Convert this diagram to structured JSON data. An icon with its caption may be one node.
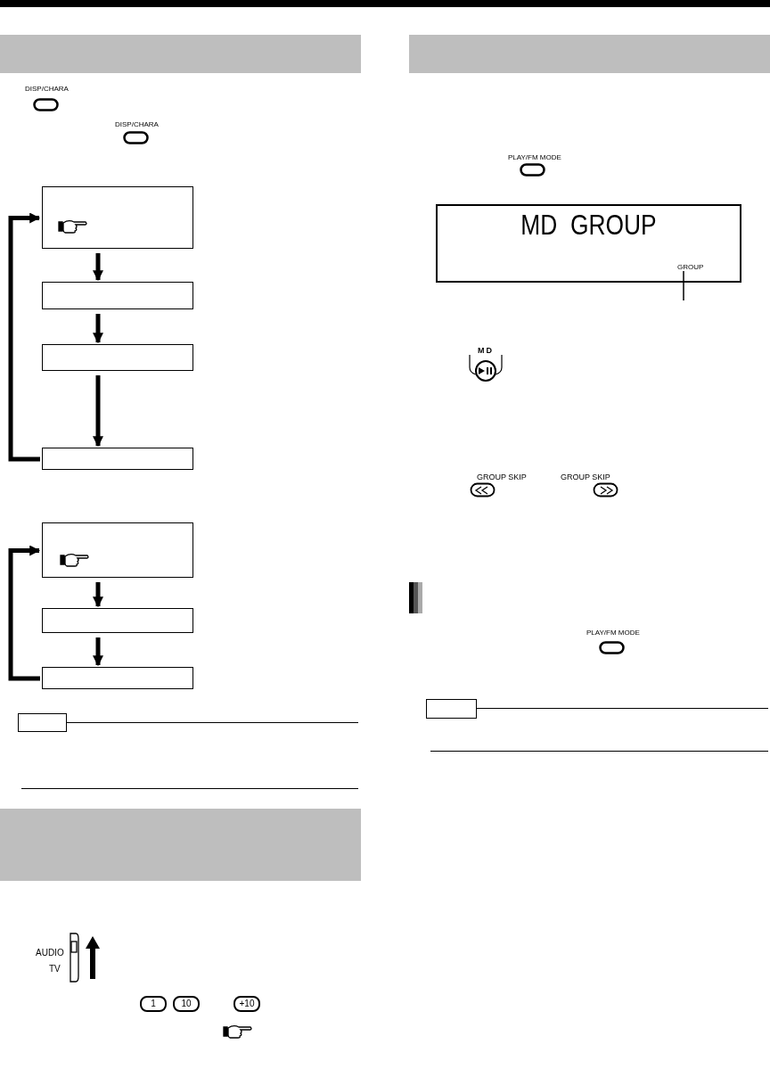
{
  "diagram": {
    "nodes": [
      {
        "text": [],
        "shape": "box"
      },
      {
        "text": [],
        "shape": "box"
      },
      {
        "text": [],
        "shape": "box"
      },
      {
        "text": [],
        "shape": "box"
      },
      {
        "text": [],
        "shape": "box"
      },
      {
        "text": [],
        "shape": "box"
      },
      {
        "text": [],
        "shape": "box"
      },
      {
        "text": [
          "MD  GROUP"
        ]
      },
      {
        "text": [
          "GROUP"
        ],
        "in": 7
      },
      {
        "text": [],
        "shape": "bar"
      },
      {
        "text": [],
        "shape": "bar"
      },
      {
        "text": [],
        "shape": "bar"
      }
    ],
    "edges": [
      {
        "from": 0,
        "to": 1,
        "arrow": "to"
      },
      {
        "from": 1,
        "to": 2,
        "arrow": "to"
      },
      {
        "from": 2,
        "to": 3,
        "arrow": "to"
      },
      {
        "from": 3,
        "to": 0,
        "arrow": "to"
      },
      {
        "from": 4,
        "to": 5,
        "arrow": "to"
      },
      {
        "from": 5,
        "to": 6,
        "arrow": "to"
      },
      {
        "from": 6,
        "to": 4,
        "arrow": "to"
      },
      {
        "from": 8,
        "to": null,
        "arrow": "none"
      }
    ],
    "labels": [
      "DISP/CHARA",
      "DISP/CHARA",
      "PLAY/FM MODE",
      "MD",
      "GROUP SKIP",
      "GROUP SKIP",
      "PLAY/FM MODE",
      "AUDIO",
      "TV",
      "1",
      "10",
      "+10"
    ]
  }
}
